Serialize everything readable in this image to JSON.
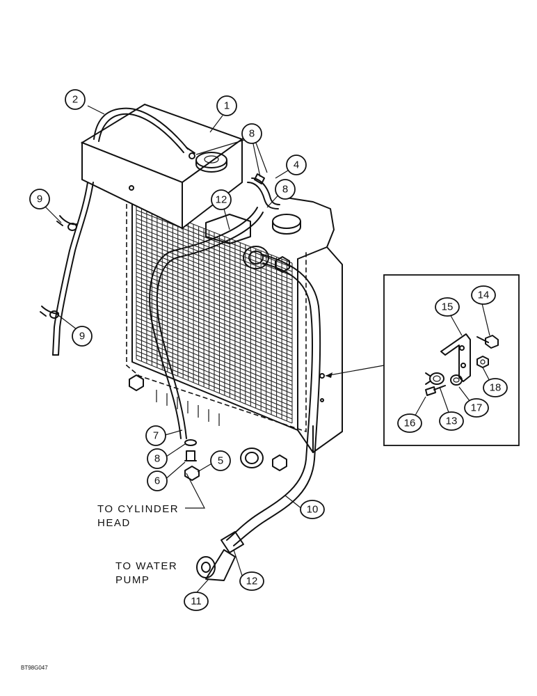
{
  "callouts": {
    "c1": "1",
    "c2": "2",
    "c4": "4",
    "c5": "5",
    "c6": "6",
    "c7": "7",
    "c8a": "8",
    "c8b": "8",
    "c8c": "8",
    "c9a": "9",
    "c9b": "9",
    "c10": "10",
    "c11": "11",
    "c12a": "12",
    "c12b": "12",
    "c13": "13",
    "c14": "14",
    "c15": "15",
    "c16": "16",
    "c17": "17",
    "c18": "18"
  },
  "notes": {
    "cylinder_head_line1": "TO CYLINDER",
    "cylinder_head_line2": "HEAD",
    "water_pump_line1": "TO WATER",
    "water_pump_line2": "PUMP"
  },
  "figure_code": "BT98G047"
}
